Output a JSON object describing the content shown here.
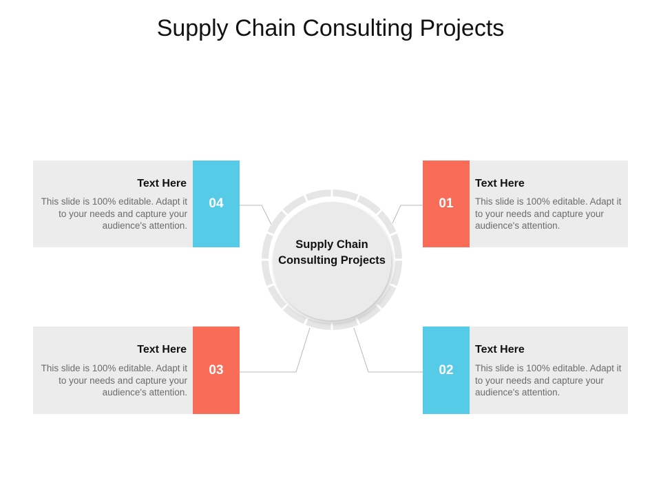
{
  "title": "Supply Chain Consulting Projects",
  "center_label": "Supply Chain Consulting Projects",
  "colors": {
    "blue": "#56cbe8",
    "coral": "#f96c58",
    "card_bg": "#ececec",
    "ring": "#e4e4e4"
  },
  "items": [
    {
      "number": "01",
      "heading": "Text Here",
      "text": "This slide is 100% editable. Adapt it to your needs and capture your audience's attention."
    },
    {
      "number": "02",
      "heading": "Text Here",
      "text": "This slide is 100% editable. Adapt it to your needs and capture your audience's attention."
    },
    {
      "number": "03",
      "heading": "Text Here",
      "text": "This slide is 100% editable. Adapt it to your needs and capture your audience's attention."
    },
    {
      "number": "04",
      "heading": "Text Here",
      "text": "This slide is 100% editable. Adapt it to your needs and capture your audience's attention."
    }
  ]
}
